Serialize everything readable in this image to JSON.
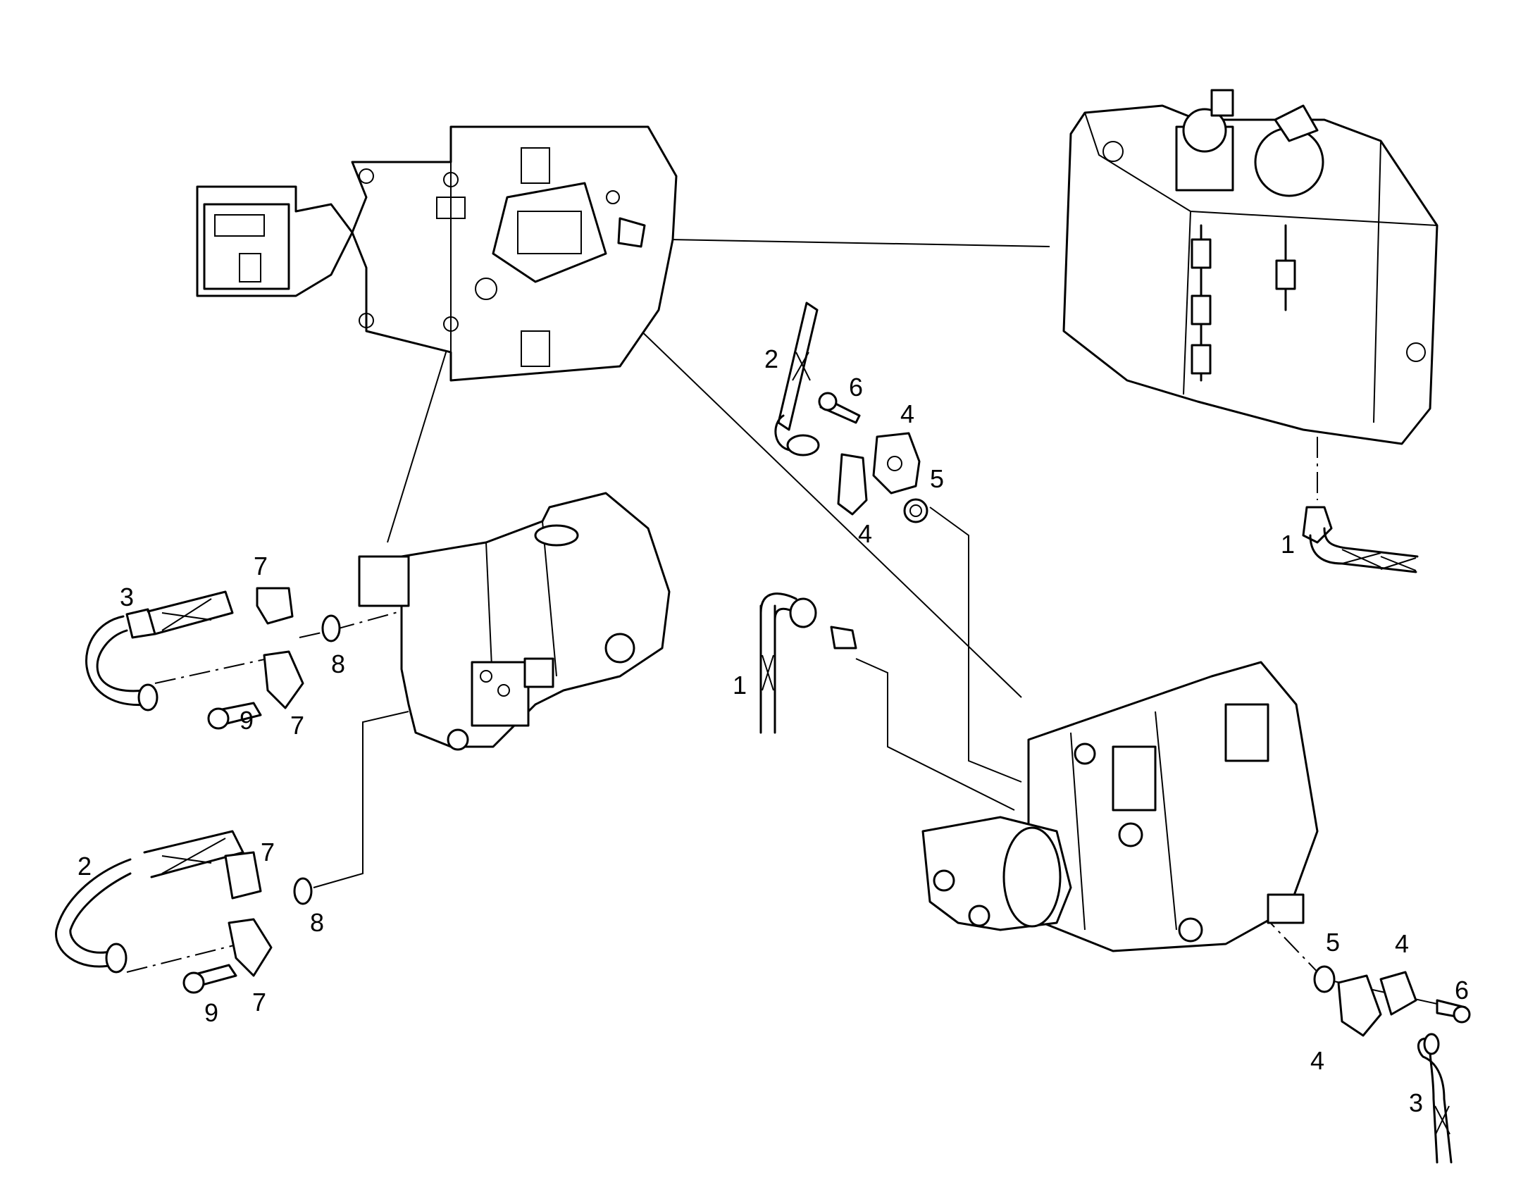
{
  "callouts": {
    "upper_hose_2": "2",
    "upper_screw_6": "6",
    "upper_flange_4a": "4",
    "upper_seal_5": "5",
    "upper_flange_4b": "4",
    "tank_hose_1": "1",
    "left_hose_3": "3",
    "left_flange_7a": "7",
    "left_seal_8a": "8",
    "left_flange_7b": "7",
    "left_screw_9a": "9",
    "center_hose_1": "1",
    "lower_hose_2": "2",
    "lower_flange_7a": "7",
    "lower_seal_8b": "8",
    "lower_flange_7b": "7",
    "lower_screw_9b": "9",
    "right_seal_5": "5",
    "right_flange_4a": "4",
    "right_screw_6": "6",
    "right_flange_4b": "4",
    "right_hose_3": "3"
  }
}
